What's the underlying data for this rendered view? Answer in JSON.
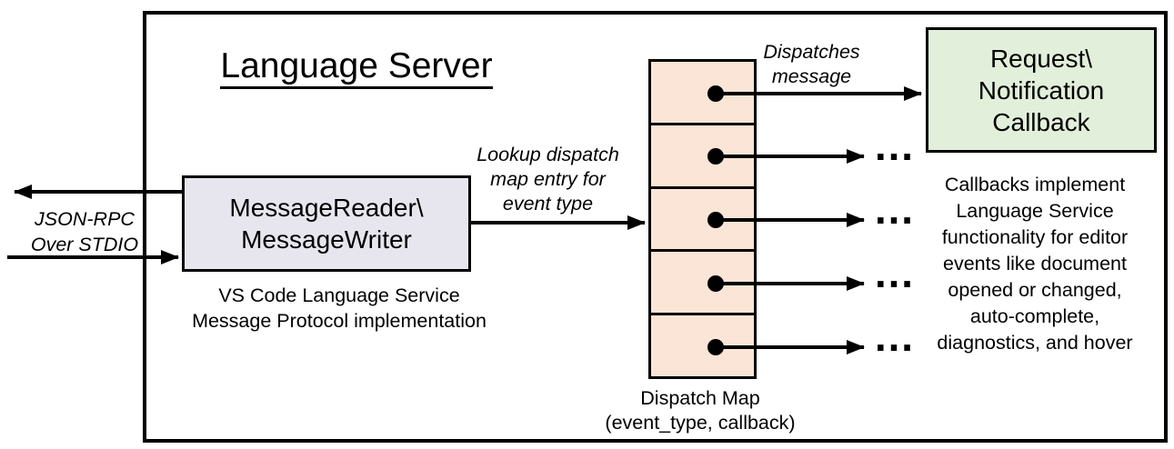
{
  "title": "Language Server",
  "colors": {
    "frame_border": "#000000",
    "message_box_fill": "#e7e6ee",
    "dispatch_map_fill": "#fbe5d6",
    "callback_box_fill": "#e2efda",
    "arrow": "#000000"
  },
  "left_io": {
    "line1": "JSON-RPC",
    "line2": "Over STDIO"
  },
  "message_box": {
    "line1": "MessageReader\\",
    "line2": "MessageWriter",
    "caption_line1": "VS Code Language Service",
    "caption_line2": "Message Protocol implementation"
  },
  "lookup_label": {
    "line1": "Lookup dispatch",
    "line2": "map entry for",
    "line3": "event type"
  },
  "dispatch_map": {
    "cell_count": 5,
    "caption_line1": "Dispatch Map",
    "caption_line2": "(event_type, callback)",
    "ellipsis": "…"
  },
  "dispatches_label": {
    "line1": "Dispatches",
    "line2": "message"
  },
  "callback_box": {
    "line1": "Request\\",
    "line2": "Notification",
    "line3": "Callback"
  },
  "callbacks_note": {
    "lines": [
      "Callbacks implement",
      "Language Service",
      "functionality for editor",
      "events like document",
      "opened or changed,",
      "auto-complete,",
      "diagnostics, and hover"
    ]
  }
}
